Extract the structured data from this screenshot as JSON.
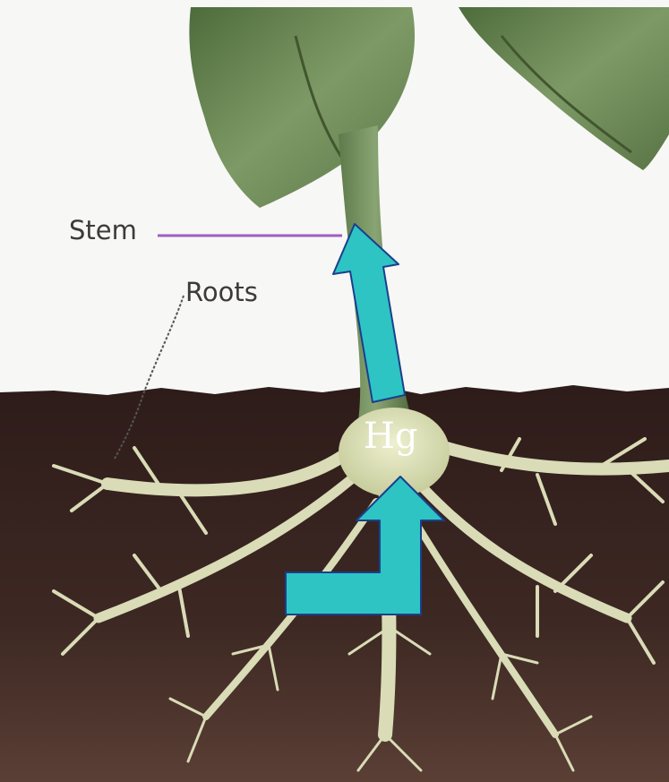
{
  "labels": {
    "stem": "Stem",
    "roots": "Roots",
    "element": "Hg"
  },
  "colors": {
    "arrow": "#2ec4c4",
    "arrow_outline": "#1b3f8c",
    "stem_leader": "#a25cc0",
    "roots_leader": "#555555",
    "soil": "#3b2622",
    "roots_fill": "#d9dcb6",
    "leaf": "#6d8a57"
  },
  "icons": {
    "upward_arrow": "arrow-up-icon",
    "elbow_arrow": "elbow-arrow-up-icon"
  }
}
